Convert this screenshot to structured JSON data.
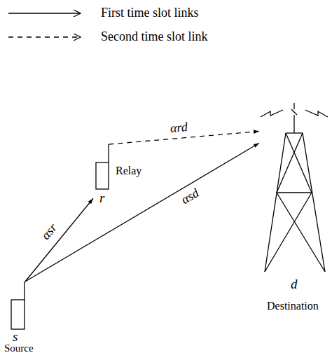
{
  "diagram": {
    "nodes": [
      {
        "text": [
          "s",
          "Source"
        ]
      },
      {
        "text": [
          "r",
          "Relay"
        ]
      },
      {
        "text": [
          "d",
          "Destination"
        ]
      }
    ],
    "edges": [
      {
        "from": 0,
        "to": 1,
        "arrow": "to",
        "label": "αsr"
      },
      {
        "from": 0,
        "to": 2,
        "arrow": "to",
        "label": "αsd"
      },
      {
        "from": 1,
        "to": 2,
        "arrow": "to",
        "label": "αrd"
      }
    ],
    "legend": [
      {
        "text": "First time slot links"
      },
      {
        "text": "Second time slot link"
      }
    ]
  }
}
